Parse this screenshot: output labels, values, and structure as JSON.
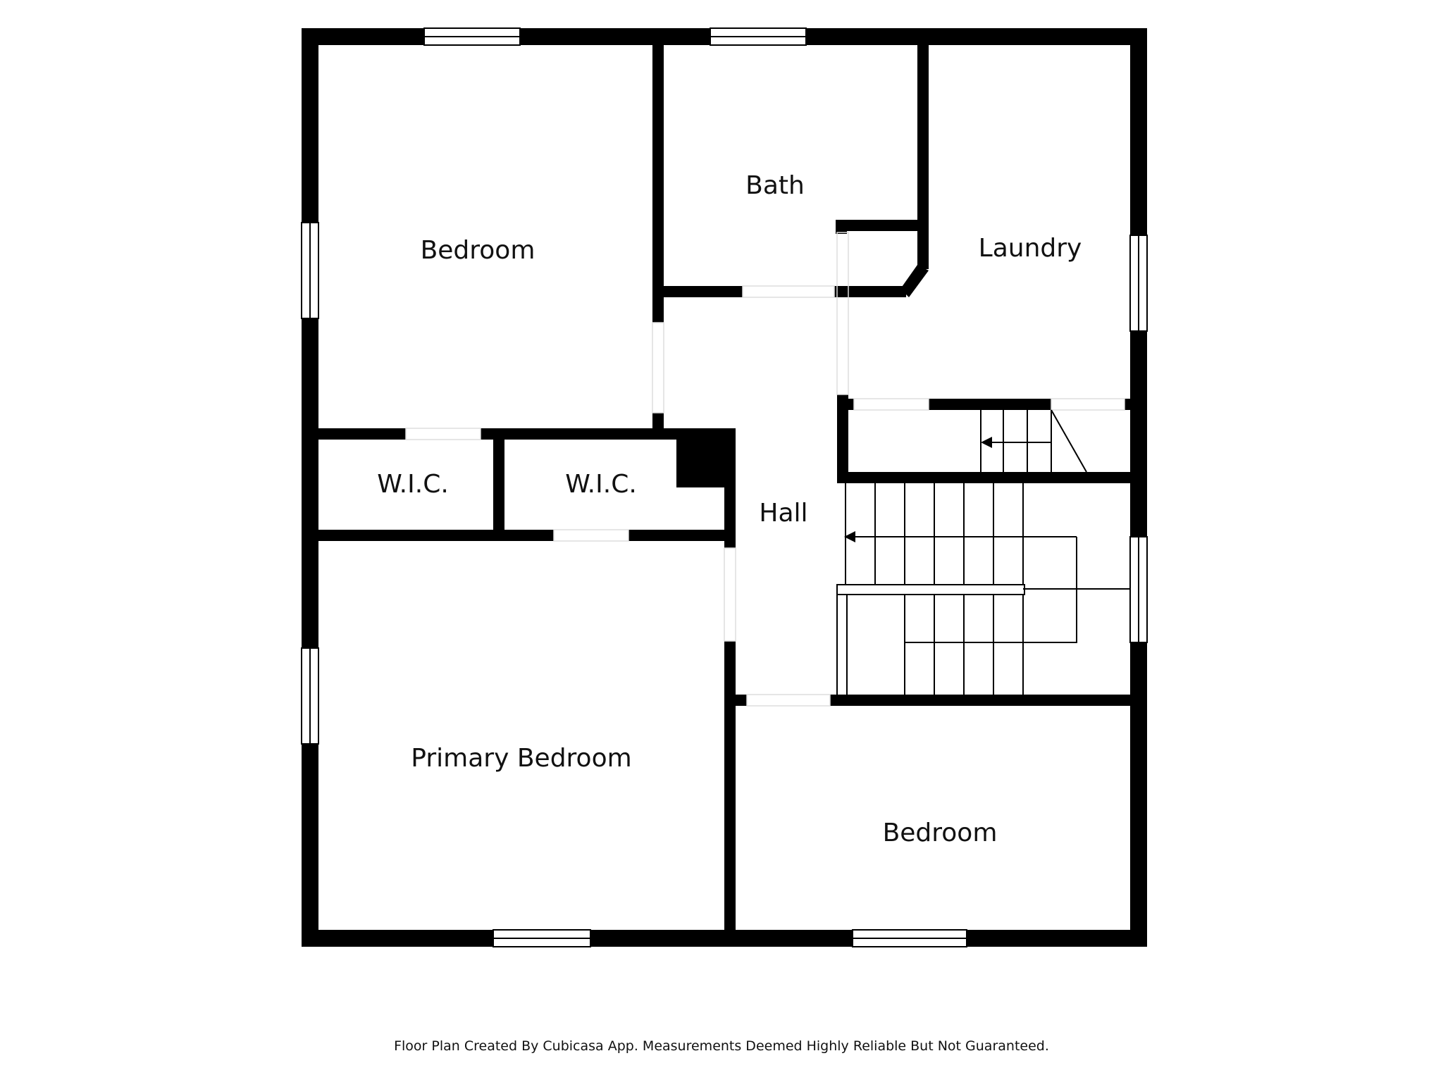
{
  "colors": {
    "wall": "#000000",
    "background": "#ffffff",
    "text": "#111111"
  },
  "rooms": {
    "bedroom_top_left": "Bedroom",
    "bath": "Bath",
    "laundry": "Laundry",
    "wic_left": "W.I.C.",
    "wic_right": "W.I.C.",
    "hall": "Hall",
    "primary_bedroom": "Primary Bedroom",
    "bedroom_bottom_right": "Bedroom"
  },
  "footer": {
    "note": "Floor Plan Created By Cubicasa App. Measurements Deemed Highly Reliable But Not Guaranteed."
  }
}
